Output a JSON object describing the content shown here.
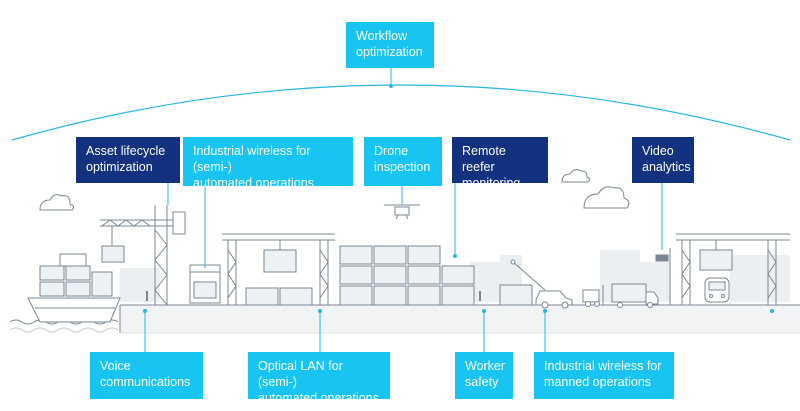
{
  "labels": {
    "workflow": {
      "line1": "Workflow",
      "line2": "optimization"
    },
    "asset": {
      "line1": "Asset lifecycle",
      "line2": "optimization"
    },
    "industrial_wireless_semi": {
      "line1": "Industrial wireless for (semi-)",
      "line2": "automated operations"
    },
    "drone": {
      "line1": "Drone",
      "line2": "inspection"
    },
    "reefer": {
      "line1": "Remote reefer",
      "line2": "monitoring"
    },
    "video": {
      "line1": "Video",
      "line2": "analytics"
    },
    "voice": {
      "line1": "Voice",
      "line2": "communications"
    },
    "optical": {
      "line1": "Optical LAN for (semi-)",
      "line2": "automated operations"
    },
    "worker": {
      "line1": "Worker",
      "line2": "safety"
    },
    "industrial_wireless_manned": {
      "line1": "Industrial wireless for",
      "line2": "manned operations"
    }
  },
  "colors": {
    "light_box": "#18c5f2",
    "dark_box": "#12317e",
    "line": "#29b6e4",
    "illustration": "#7a8793",
    "container_fill": "#eef1f4",
    "ground": "#f1f3f5"
  },
  "icons": [
    "cloud-icon",
    "ship-icon",
    "crane-icon",
    "gantry-crane-icon",
    "container-stack-icon",
    "drone-icon",
    "truck-icon",
    "forklift-icon",
    "camera-icon",
    "train-icon"
  ]
}
